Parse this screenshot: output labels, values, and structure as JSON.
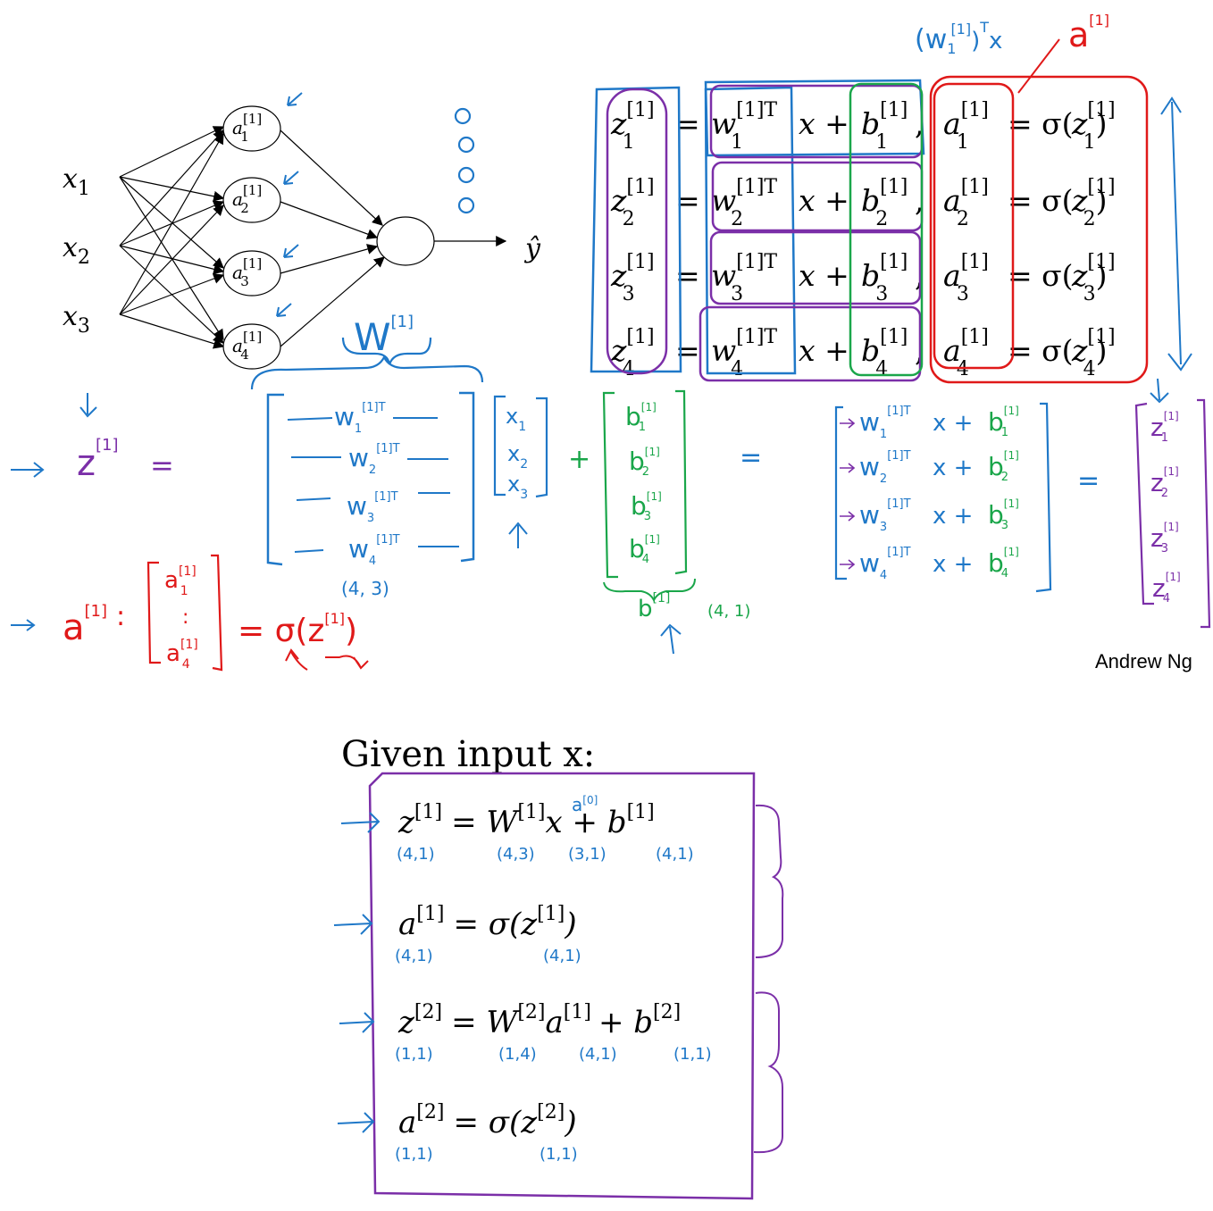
{
  "credit": "Andrew Ng",
  "network": {
    "inputs": [
      {
        "name": "x",
        "sub": "1"
      },
      {
        "name": "x",
        "sub": "2"
      },
      {
        "name": "x",
        "sub": "3"
      }
    ],
    "hidden": [
      {
        "name": "a",
        "sup": "[1]",
        "sub": "1"
      },
      {
        "name": "a",
        "sup": "[1]",
        "sub": "2"
      },
      {
        "name": "a",
        "sup": "[1]",
        "sub": "3"
      },
      {
        "name": "a",
        "sup": "[1]",
        "sub": "4"
      }
    ],
    "output": "ŷ"
  },
  "equations": {
    "sup": "[1]",
    "supT": "[1]T",
    "rows": [
      "1",
      "2",
      "3",
      "4"
    ],
    "times_x": "x +",
    "eq": "=",
    "comma": ",",
    "sigma": "= σ(",
    "close": ")"
  },
  "annotations": {
    "wT_x": "(w",
    "wT_x_sub": "1",
    "wT_x_sup": "[1]",
    "wT_x_T": "T",
    "wT_x_close": ")",
    "wT_x_x": "x",
    "a_label": "a",
    "a_label_sup": "[1]",
    "W_label": "W",
    "W_label_sup": "[1]",
    "z_label": "z",
    "z_label_sup": "[1]",
    "eq": "=",
    "plus": "+",
    "W_shape": "(4, 3)",
    "b_label": "b",
    "b_label_sup": "[1]",
    "b_shape": "(4, 1)",
    "a_vec": "a",
    "a_vec_sup": "[1]",
    "a_vec_eq": "=",
    "sigma_z": "= σ(z",
    "sigma_z_sup": "[1]",
    "sigma_z_close": ")",
    "W_rows": [
      "w",
      "w",
      "w",
      "w"
    ],
    "W_rows_sub": [
      "1",
      "2",
      "3",
      "4"
    ],
    "W_rows_sup": "[1]T",
    "x_rows": [
      "x",
      "x",
      "x"
    ],
    "x_rows_sub": [
      "1",
      "2",
      "3"
    ],
    "b_rows": [
      "b",
      "b",
      "b",
      "b"
    ],
    "b_rows_sub": [
      "1",
      "2",
      "3",
      "4"
    ],
    "b_rows_sup": "[1]",
    "sum_x": "x +",
    "z_rows": [
      "z",
      "z",
      "z",
      "z"
    ],
    "z_rows_sub": [
      "1",
      "2",
      "3",
      "4"
    ],
    "z_rows_sup": "[1]",
    "a_rows_sub": [
      "1",
      "4"
    ],
    "dots": ":"
  },
  "given": {
    "title": "Given input x:",
    "lines": [
      {
        "lhs": "z",
        "lhs_sup": "[1]",
        "rhs": "= W",
        "rhs_sup": "[1]",
        "rhs2": "x + b",
        "rhs2_sup": "[1]",
        "shapes": [
          "(4,1)",
          "(4,3)",
          "(3,1)",
          "(4,1)"
        ],
        "note": "a",
        "note_sup": "[0]"
      },
      {
        "lhs": "a",
        "lhs_sup": "[1]",
        "rhs": "= σ(z",
        "rhs_sup": "[1]",
        "rhs2": ")",
        "shapes": [
          "(4,1)",
          "(4,1)"
        ]
      },
      {
        "lhs": "z",
        "lhs_sup": "[2]",
        "rhs": "= W",
        "rhs_sup": "[2]",
        "rhs2": "a",
        "rhs2_sup": "[1]",
        "rhs3": "+ b",
        "rhs3_sup": "[2]",
        "shapes": [
          "(1,1)",
          "(1,4)",
          "(4,1)",
          "(1,1)"
        ]
      },
      {
        "lhs": "a",
        "lhs_sup": "[2]",
        "rhs": "= σ(z",
        "rhs_sup": "[2]",
        "rhs2": ")",
        "shapes": [
          "(1,1)",
          "(1,1)"
        ]
      }
    ]
  },
  "colors": {
    "blue": "#1f78c8",
    "red": "#e01919",
    "green": "#1aa64a",
    "purple": "#7b2fa8",
    "black": "#000000"
  }
}
